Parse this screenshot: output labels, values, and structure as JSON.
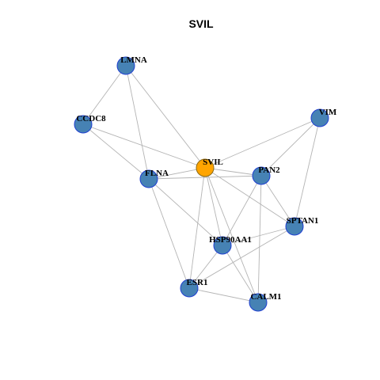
{
  "title": "SVIL",
  "colors": {
    "hub_fill": "#ffa500",
    "hub_stroke": "#8b6914",
    "node_fill": "#4682b4",
    "node_stroke": "#1f3fd1",
    "edge": "#b4b4b4"
  },
  "nodes": [
    {
      "id": "SVIL",
      "label": "SVIL",
      "hub": true
    },
    {
      "id": "LMNA",
      "label": "LMNA",
      "hub": false
    },
    {
      "id": "CCDC8",
      "label": "CCDC8",
      "hub": false
    },
    {
      "id": "VIM",
      "label": "VIM",
      "hub": false
    },
    {
      "id": "FLNA",
      "label": "FLNA",
      "hub": false
    },
    {
      "id": "PAN2",
      "label": "PAN2",
      "hub": false
    },
    {
      "id": "SPTAN1",
      "label": "SPTAN1",
      "hub": false
    },
    {
      "id": "HSP90AA1",
      "label": "HSP90AA1",
      "hub": false
    },
    {
      "id": "ESR1",
      "label": "ESR1",
      "hub": false
    },
    {
      "id": "CALM1",
      "label": "CALM1",
      "hub": false
    }
  ],
  "edges": [
    [
      "LMNA",
      "CCDC8"
    ],
    [
      "LMNA",
      "SVIL"
    ],
    [
      "LMNA",
      "FLNA"
    ],
    [
      "CCDC8",
      "SVIL"
    ],
    [
      "CCDC8",
      "FLNA"
    ],
    [
      "VIM",
      "SVIL"
    ],
    [
      "VIM",
      "PAN2"
    ],
    [
      "VIM",
      "SPTAN1"
    ],
    [
      "SVIL",
      "FLNA"
    ],
    [
      "SVIL",
      "PAN2"
    ],
    [
      "SVIL",
      "SPTAN1"
    ],
    [
      "SVIL",
      "HSP90AA1"
    ],
    [
      "SVIL",
      "ESR1"
    ],
    [
      "SVIL",
      "CALM1"
    ],
    [
      "FLNA",
      "PAN2"
    ],
    [
      "FLNA",
      "HSP90AA1"
    ],
    [
      "FLNA",
      "ESR1"
    ],
    [
      "PAN2",
      "SPTAN1"
    ],
    [
      "PAN2",
      "HSP90AA1"
    ],
    [
      "PAN2",
      "CALM1"
    ],
    [
      "SPTAN1",
      "HSP90AA1"
    ],
    [
      "SPTAN1",
      "ESR1"
    ],
    [
      "HSP90AA1",
      "ESR1"
    ],
    [
      "HSP90AA1",
      "CALM1"
    ],
    [
      "ESR1",
      "CALM1"
    ]
  ]
}
